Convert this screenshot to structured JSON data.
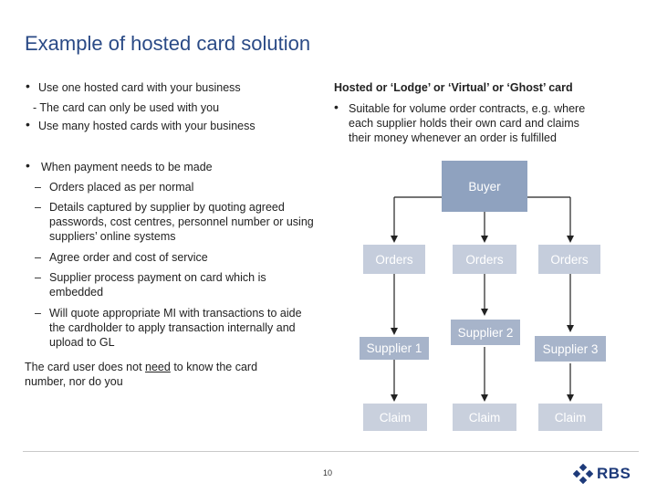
{
  "title": "Example of hosted card solution",
  "left": {
    "bullet1": "Use one hosted card with your business",
    "bullet1_sub": "- The card can only be used with you",
    "bullet2": "Use many hosted cards with your business",
    "bullet3": "When payment needs to be made",
    "dashes": [
      "Orders placed as per normal",
      "Details captured by supplier by quoting agreed passwords, cost centres, personnel number or using suppliers’ online systems",
      "Agree order and cost of service",
      "Supplier process payment on card which is embedded",
      "Will quote appropriate MI with transactions to aide the cardholder to apply transaction internally and upload to GL"
    ],
    "note": "The card user does not need to know the card number, nor do you",
    "note_parts": [
      "The card user does not ",
      "need",
      " to know the card",
      "number, nor do you"
    ]
  },
  "right": {
    "heading": "Hosted or ‘Lodge’ or ‘Virtual’ or ‘Ghost’ card",
    "bullet": "Suitable for  volume order contracts, e.g. where each supplier holds their own card and claims their money whenever an order is fulfilled",
    "bullet_lines": [
      "Suitable for  volume order contracts, e.g. where",
      "each supplier holds their own card and claims",
      "their money whenever an order is fulfilled"
    ]
  },
  "diagram": {
    "buyer": "Buyer",
    "orders": [
      "Orders",
      "Orders",
      "Orders"
    ],
    "suppliers": [
      "Supplier 1",
      "Supplier 2",
      "Supplier 3"
    ],
    "claims": [
      "Claim",
      "Claim",
      "Claim"
    ],
    "colors": {
      "buyer": "#8fa2bf",
      "orders": "#c5cddc",
      "supplier": "#a7b4ca",
      "claim": "#c9d0dd",
      "arrow": "#222222"
    }
  },
  "footer": {
    "page_number": "10",
    "logo_text": "RBS",
    "logo_icon": "rbs-daisy-icon"
  }
}
